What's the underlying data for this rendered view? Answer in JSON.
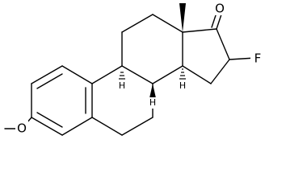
{
  "molecule": {
    "atoms": {
      "O_methoxy": "O",
      "O_ketone": "O",
      "F": "F",
      "H_c9": "H",
      "H_c8": "H",
      "H_c14": "H"
    }
  },
  "colors": {
    "bond": "#000000",
    "background": "#ffffff"
  }
}
